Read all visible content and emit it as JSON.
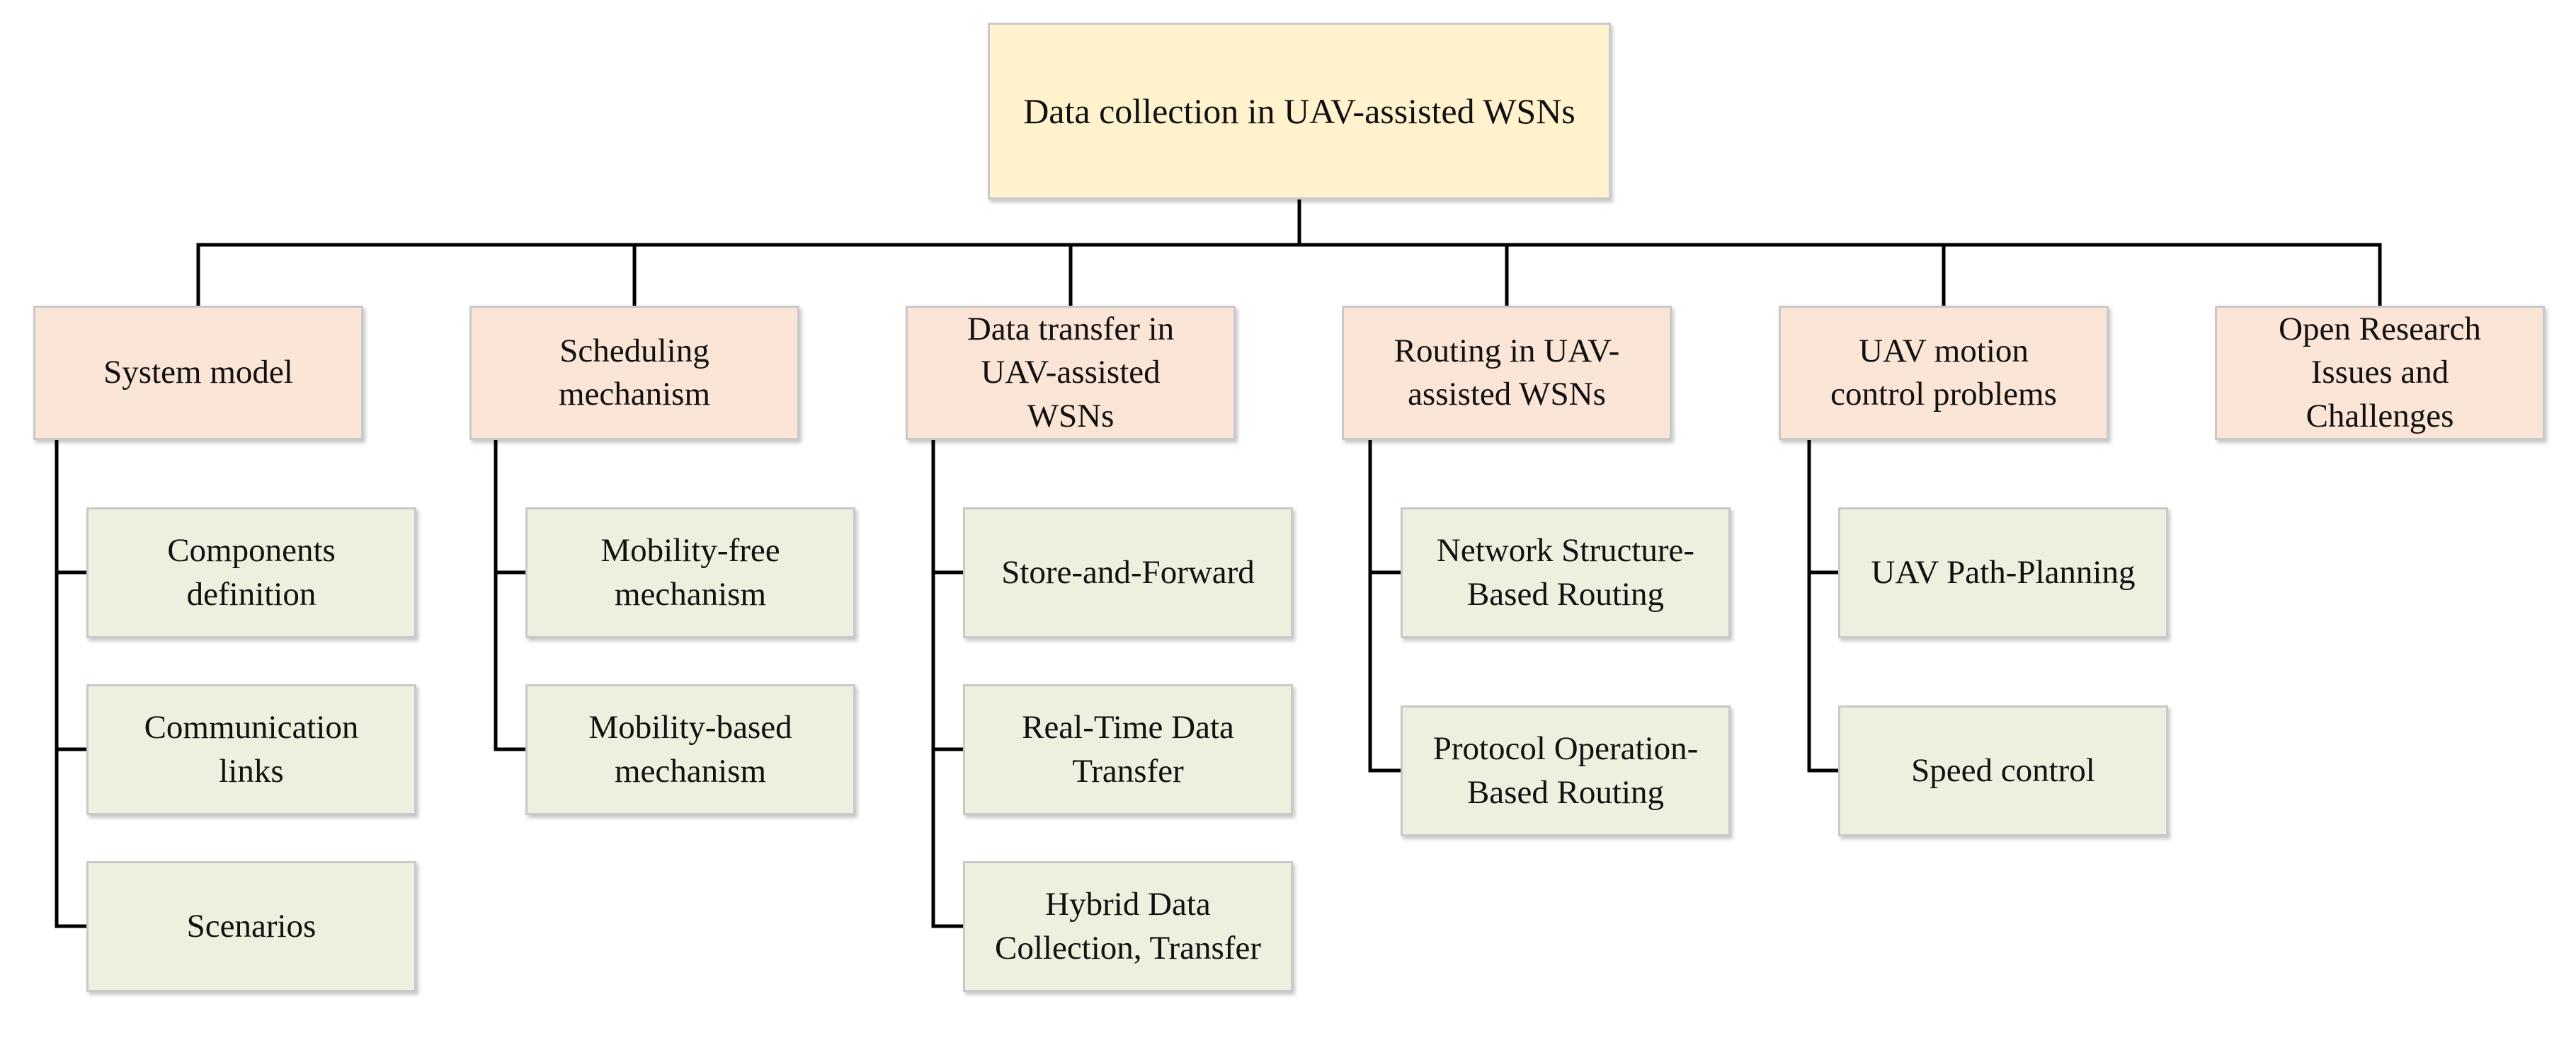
{
  "root": {
    "label": "Data collection in UAV-assisted WSNs"
  },
  "colors": {
    "root_fill": "#fff2cc",
    "category_fill": "#fbe5d6",
    "leaf_fill": "#ebf1de",
    "border": "#c9c9c9",
    "connector": "#000000"
  },
  "categories": [
    {
      "label": "System model",
      "children": [
        "Components\ndefinition",
        "Communication\nlinks",
        "Scenarios"
      ]
    },
    {
      "label": "Scheduling\nmechanism",
      "children": [
        "Mobility-free\nmechanism",
        "Mobility-based\nmechanism"
      ]
    },
    {
      "label": "Data transfer in\nUAV-assisted\nWSNs",
      "children": [
        "Store-and-Forward",
        "Real-Time Data\nTransfer",
        "Hybrid Data\nCollection, Transfer"
      ]
    },
    {
      "label": "Routing in UAV-\nassisted WSNs",
      "children": [
        "Network Structure-\nBased Routing",
        "Protocol Operation-\nBased Routing"
      ]
    },
    {
      "label": "UAV motion\ncontrol problems",
      "children": [
        "UAV Path-Planning",
        "Speed control"
      ]
    },
    {
      "label": "Open Research\nIssues and\nChallenges",
      "children": []
    }
  ]
}
